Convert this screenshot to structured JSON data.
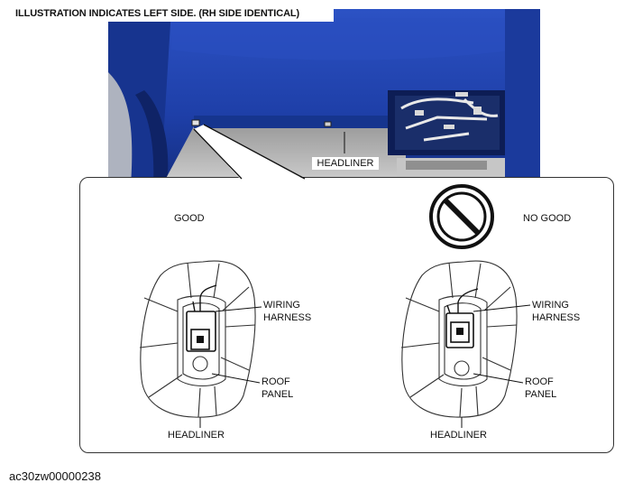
{
  "header": {
    "title": "ILLUSTRATION INDICATES LEFT SIDE. (RH SIDE IDENTICAL)"
  },
  "photo": {
    "headliner_label": "HEADLINER"
  },
  "good_panel": {
    "status": "GOOD",
    "wiring_harness_line1": "WIRING",
    "wiring_harness_line2": "HARNESS",
    "roof_panel_line1": "ROOF",
    "roof_panel_line2": "PANEL",
    "headliner_label": "HEADLINER"
  },
  "no_good_panel": {
    "status": "NO GOOD",
    "wiring_harness_line1": "WIRING",
    "wiring_harness_line2": "HARNESS",
    "roof_panel_line1": "ROOF",
    "roof_panel_line2": "PANEL",
    "headliner_label": "HEADLINER",
    "prohibition_icon": "prohibition-icon"
  },
  "footer": {
    "image_code": "ac30zw00000238"
  },
  "colors": {
    "body_blue": "#1e3fa8",
    "dark_blue": "#0f2366",
    "headliner_gray": "#b9b9b9"
  }
}
